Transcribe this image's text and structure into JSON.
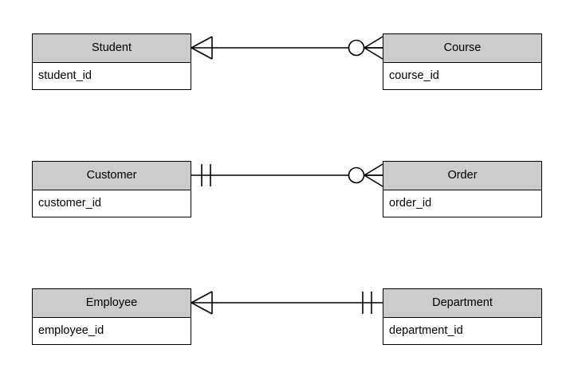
{
  "diagram": {
    "type": "entity-relationship-diagram",
    "notation": "crow-foot",
    "background_color": "#FFFFFF",
    "entity_header_color": "#CCCCCC",
    "entity_body_color": "#FFFFFF",
    "line_color": "#000000",
    "relationships": [
      {
        "id": "student-course",
        "left_entity": {
          "name": "Student",
          "attributes": [
            "student_id"
          ]
        },
        "right_entity": {
          "name": "Course",
          "attributes": [
            "course_id"
          ]
        },
        "left_cardinality": "one-or-many",
        "right_cardinality": "zero-or-many",
        "left_symbol": "crowfoot-bar",
        "right_symbol": "circle-crowfoot"
      },
      {
        "id": "customer-order",
        "left_entity": {
          "name": "Customer",
          "attributes": [
            "customer_id"
          ]
        },
        "right_entity": {
          "name": "Order",
          "attributes": [
            "order_id"
          ]
        },
        "left_cardinality": "exactly-one",
        "right_cardinality": "zero-or-many",
        "left_symbol": "double-bar",
        "right_symbol": "circle-crowfoot"
      },
      {
        "id": "employee-department",
        "left_entity": {
          "name": "Employee",
          "attributes": [
            "employee_id"
          ]
        },
        "right_entity": {
          "name": "Department",
          "attributes": [
            "department_id"
          ]
        },
        "left_cardinality": "one-or-many",
        "right_cardinality": "exactly-one",
        "left_symbol": "crowfoot-bar",
        "right_symbol": "double-bar"
      }
    ]
  }
}
